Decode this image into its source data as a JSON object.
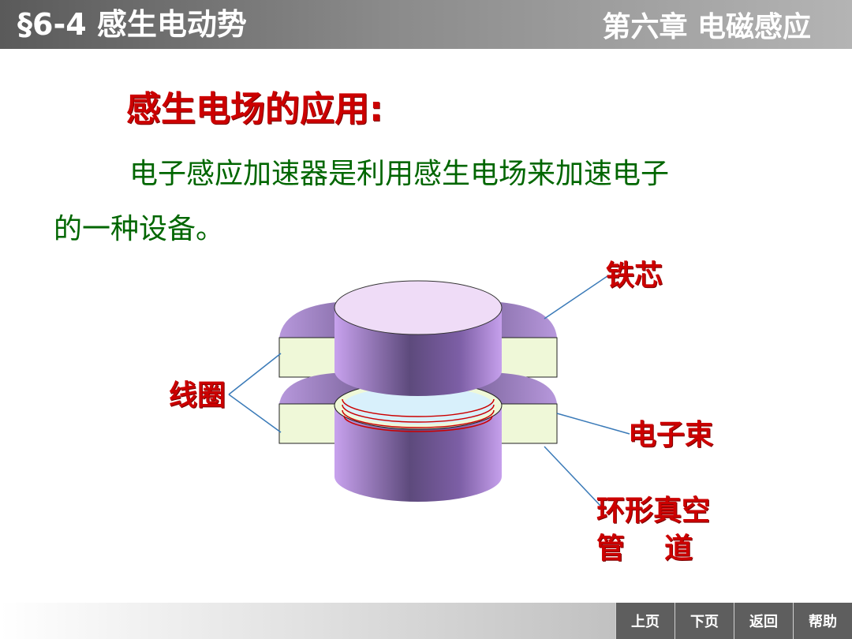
{
  "header": {
    "section_title": "§6-4 感生电动势",
    "chapter_title": "第六章  电磁感应"
  },
  "content": {
    "heading": "感生电场的应用:",
    "paragraph_line1": "电子感应加速器是利用感生电场来加速电子",
    "paragraph_line2": "的一种设备。"
  },
  "diagram": {
    "labels": {
      "iron_core": "铁芯",
      "coil": "线圈",
      "electron_beam": "电子束",
      "vacuum_tube_line1": "环形真空",
      "vacuum_tube_line2": "管    道"
    },
    "colors": {
      "core_purple": "#9b6fc7",
      "core_top": "#efdcf7",
      "coil_fill": "#eff8d8",
      "beam_red": "#cc0000",
      "leader_line": "#3a7ab8"
    }
  },
  "footer": {
    "nav": {
      "prev": "上页",
      "next": "下页",
      "back": "返回",
      "help": "帮助"
    }
  }
}
